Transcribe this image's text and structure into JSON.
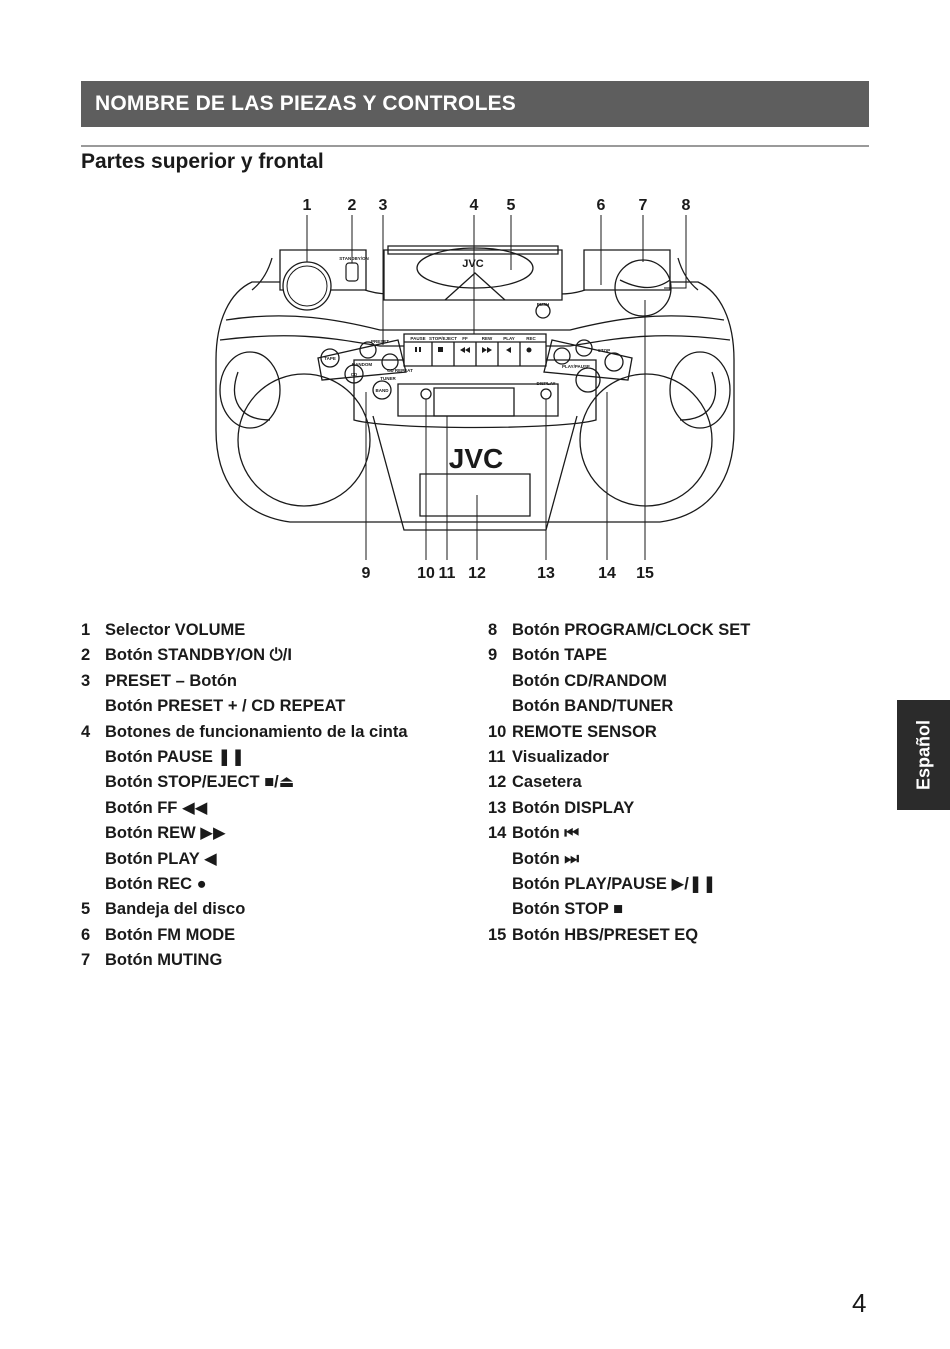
{
  "header": {
    "banner": "NOMBRE DE LAS PIEZAS Y CONTROLES",
    "subtitle": "Partes superior y frontal"
  },
  "diagram": {
    "callouts_top": [
      "1",
      "2",
      "3",
      "4",
      "5",
      "6",
      "7",
      "8"
    ],
    "callouts_bottom": [
      "9",
      "10",
      "11",
      "12",
      "13",
      "14",
      "15"
    ],
    "panel_labels": {
      "logo_top": "JVC",
      "logo_front": "JVC",
      "standby": "STANDBY/ON",
      "push": "PUSH",
      "display": "DISPLAY",
      "tape_keys": [
        "PAUSE",
        "STOP/EJECT",
        "FF",
        "REW",
        "PLAY",
        "REC"
      ],
      "left_buttons": [
        "TAPE",
        "CD",
        "BAND"
      ],
      "left_labels": [
        "PRESET",
        "RANDOM",
        "TUNER",
        "CD REPEAT"
      ],
      "right_labels": [
        "PLAY/PAUSE",
        "STOP"
      ]
    }
  },
  "parts_left": [
    {
      "num": "1",
      "text": "Selector VOLUME"
    },
    {
      "num": "2",
      "text": "Botón STANDBY/ON ⏻/I"
    },
    {
      "num": "3",
      "text": "PRESET – Botón"
    },
    {
      "num": "",
      "text": "Botón PRESET + / CD REPEAT"
    },
    {
      "num": "4",
      "text": "Botones de funcionamiento de la cinta"
    },
    {
      "num": "",
      "text": "Botón PAUSE ❚❚"
    },
    {
      "num": "",
      "text": "Botón STOP/EJECT ■/⏏"
    },
    {
      "num": "",
      "text": "Botón FF ◀◀"
    },
    {
      "num": "",
      "text": "Botón REW ▶▶"
    },
    {
      "num": "",
      "text": "Botón PLAY ◀"
    },
    {
      "num": "",
      "text": "Botón REC ●"
    },
    {
      "num": "5",
      "text": "Bandeja del disco"
    },
    {
      "num": "6",
      "text": "Botón FM MODE"
    },
    {
      "num": "7",
      "text": "Botón MUTING"
    }
  ],
  "parts_right": [
    {
      "num": "8",
      "text": "Botón PROGRAM/CLOCK SET"
    },
    {
      "num": "9",
      "text": "Botón TAPE"
    },
    {
      "num": "",
      "text": "Botón CD/RANDOM"
    },
    {
      "num": "",
      "text": "Botón BAND/TUNER"
    },
    {
      "num": "10",
      "text": "REMOTE SENSOR"
    },
    {
      "num": "11",
      "text": "Visualizador"
    },
    {
      "num": "12",
      "text": "Casetera"
    },
    {
      "num": "13",
      "text": "Botón DISPLAY"
    },
    {
      "num": "14",
      "text": "Botón ⏮"
    },
    {
      "num": "",
      "text": "Botón ⏭"
    },
    {
      "num": "",
      "text": "Botón PLAY/PAUSE ▶/❚❚"
    },
    {
      "num": "",
      "text": "Botón STOP ■"
    },
    {
      "num": "15",
      "text": "Botón HBS/PRESET EQ"
    }
  ],
  "side_tab": "Español",
  "page_number": "4"
}
